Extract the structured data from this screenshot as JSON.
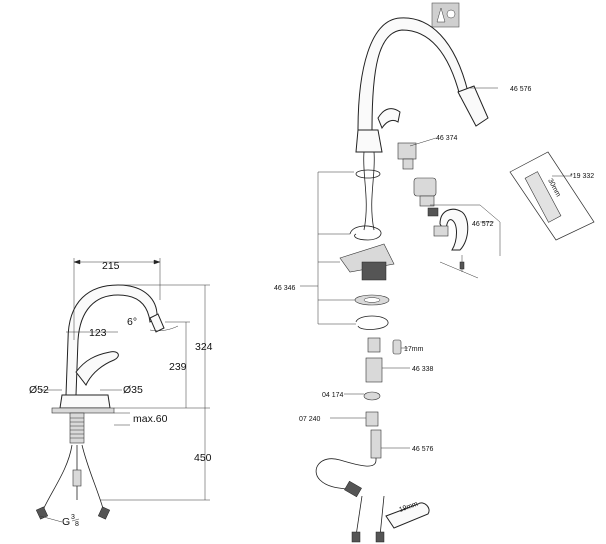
{
  "dimensions": {
    "width_215": "215",
    "angle": "6°",
    "d123": "123",
    "d239": "239",
    "d324": "324",
    "d52": "Ø52",
    "d35": "Ø35",
    "max60": "max.60",
    "d450": "450",
    "thread_g": "G",
    "thread_num": "3",
    "thread_den": "8"
  },
  "parts": {
    "p46576_top": "46 576",
    "p46374": "46 374",
    "p19332": "*19 332",
    "p46572": "46 572",
    "p46346": "46 346",
    "p17mm": "17mm",
    "p46338": "46 338",
    "p04174": "04 174",
    "p07240": "07 240",
    "p46576_bottom": "46 576",
    "p19mm": "19mm",
    "p30mm": "30mm"
  },
  "icon": "cleaning-instructions-icon"
}
